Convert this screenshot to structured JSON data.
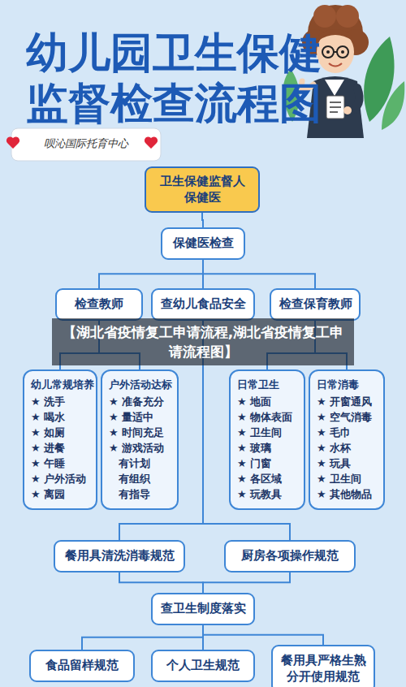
{
  "diagram": {
    "title": "幼儿园卫生保健监督检查流程图",
    "nodes": [
      {
        "text": [
          "卫生保健监督人 保健医"
        ]
      },
      {
        "text": [
          "保健医检查"
        ]
      },
      {
        "text": [
          "检查教师"
        ]
      },
      {
        "text": [
          "查幼儿食品安全"
        ]
      },
      {
        "text": [
          "检查保育教师"
        ]
      },
      {
        "text": [
          "幼儿常规培养",
          "★ 洗手",
          "★ 喝水",
          "★ 如厕",
          "★ 进餐",
          "★ 午睡",
          "★ 户外活动",
          "★ 离园"
        ]
      },
      {
        "text": [
          "户外活动达标",
          "★ 准备充分",
          "★ 量适中",
          "★ 时间充足",
          "★ 游戏活动",
          "有计划",
          "有组织",
          "有指导"
        ]
      },
      {
        "text": [
          "日常卫生",
          "★ 地面",
          "★ 物体表面",
          "★ 卫生间",
          "★ 玻璃",
          "★ 门窗",
          "★ 各区域",
          "★ 玩教具"
        ]
      },
      {
        "text": [
          "日常消毒",
          "★ 开窗通风",
          "★ 空气消毒",
          "★ 毛巾",
          "★ 水杯",
          "★ 玩具",
          "★ 卫生间",
          "★ 其他物品"
        ]
      },
      {
        "text": [
          "餐用具清洗消毒规范"
        ]
      },
      {
        "text": [
          "厨房各项操作规范"
        ]
      },
      {
        "text": [
          "查卫生制度落实"
        ]
      },
      {
        "text": [
          "食品留样规范"
        ]
      },
      {
        "text": [
          "个人卫生规范"
        ]
      },
      {
        "text": [
          "餐用具严格生熟 分开使用规范"
        ]
      }
    ],
    "edges": [
      {
        "from": 0,
        "to": 1,
        "arrow": "none"
      },
      {
        "from": 1,
        "to": 2,
        "arrow": "none"
      },
      {
        "from": 1,
        "to": 3,
        "arrow": "none"
      },
      {
        "from": 1,
        "to": 4,
        "arrow": "none"
      },
      {
        "from": 2,
        "to": 5,
        "arrow": "none"
      },
      {
        "from": 2,
        "to": 6,
        "arrow": "none"
      },
      {
        "from": 4,
        "to": 7,
        "arrow": "none"
      },
      {
        "from": 4,
        "to": 8,
        "arrow": "none"
      },
      {
        "from": 3,
        "to": 9,
        "arrow": "none"
      },
      {
        "from": 3,
        "to": 10,
        "arrow": "none"
      },
      {
        "from": 9,
        "to": 11,
        "arrow": "none"
      },
      {
        "from": 10,
        "to": 11,
        "arrow": "none"
      },
      {
        "from": 11,
        "to": 12,
        "arrow": "none"
      },
      {
        "from": 11,
        "to": 13,
        "arrow": "none"
      },
      {
        "from": 11,
        "to": 14,
        "arrow": "none"
      }
    ],
    "labels": [
      "呗沁国际托育中心",
      "【湖北省疫情复工申请流程,湖北省疫情复工申请流程图】"
    ]
  }
}
